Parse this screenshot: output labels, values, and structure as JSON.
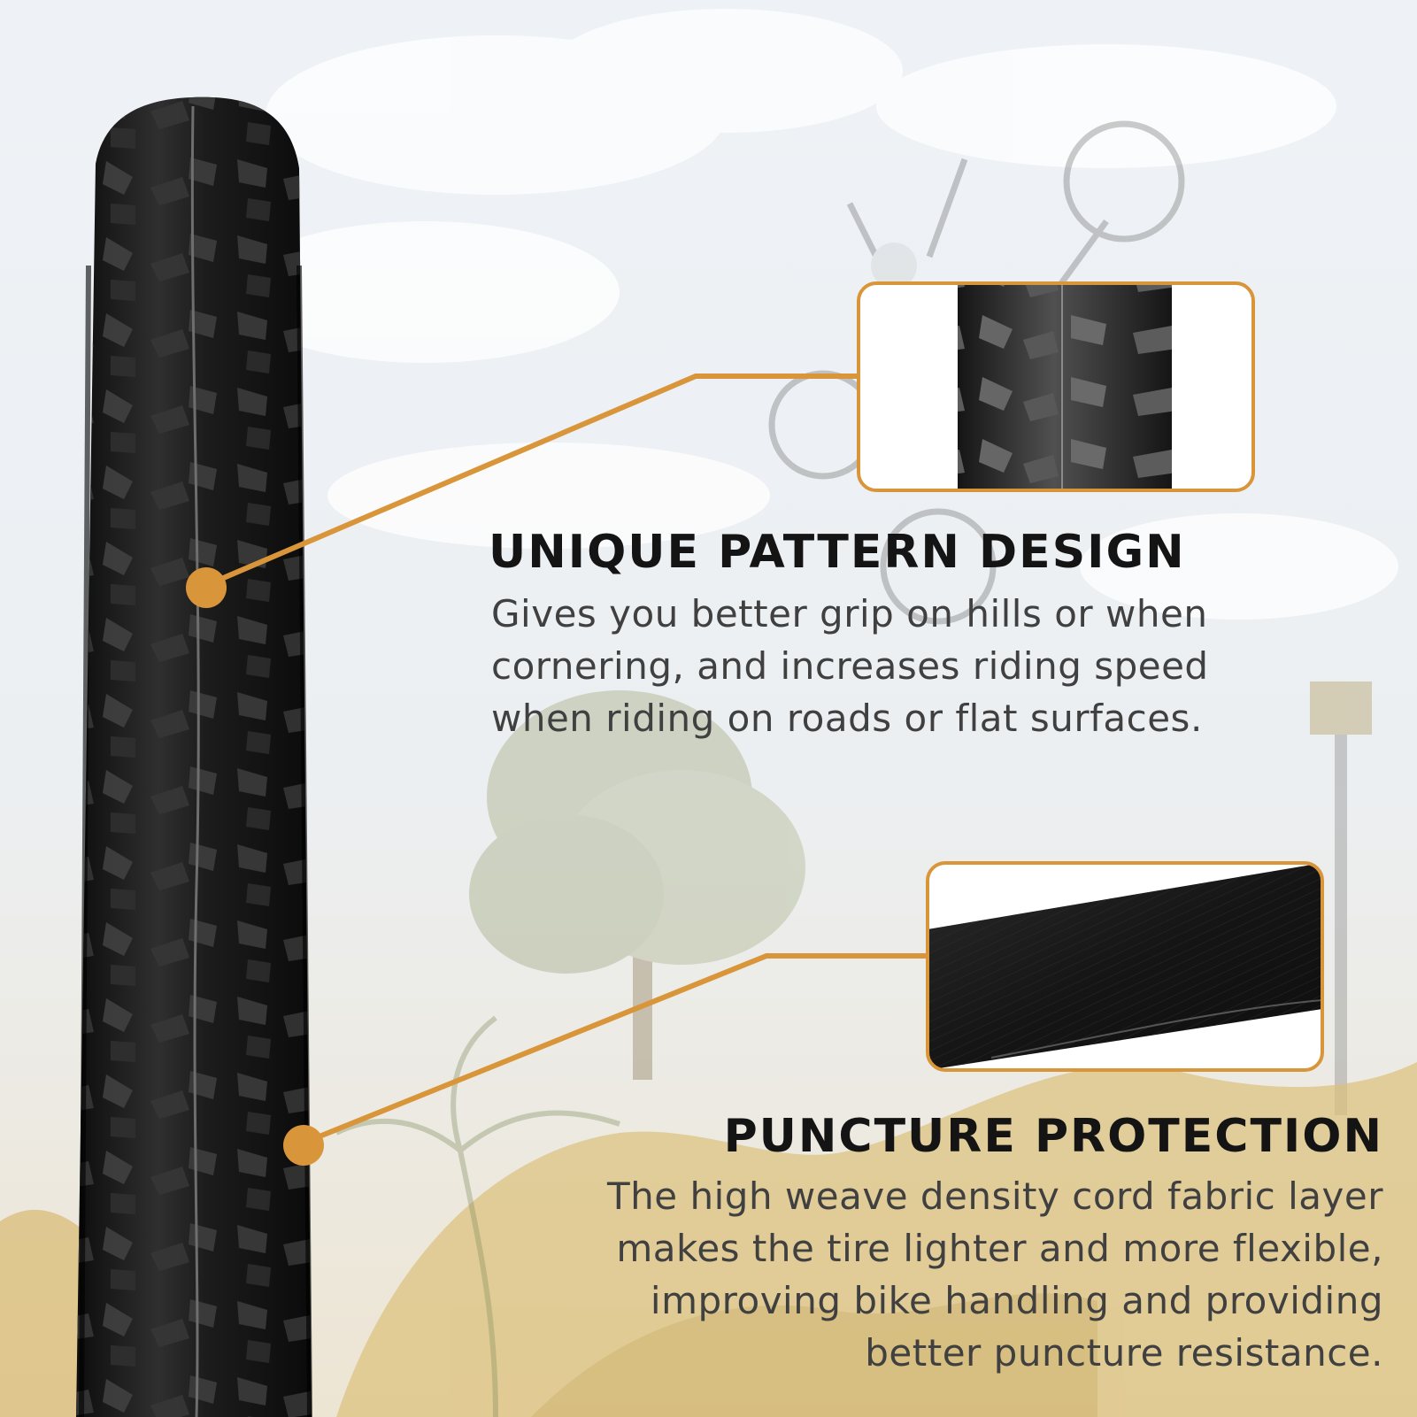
{
  "features": [
    {
      "title": "UNIQUE PATTERN DESIGN",
      "lines": [
        "Gives you better grip on hills or when",
        "cornering, and increases riding speed",
        "when riding on roads or flat surfaces."
      ]
    },
    {
      "title": "PUNCTURE PROTECTION",
      "lines": [
        "The high weave density cord fabric layer",
        "makes the tire lighter and more flexible,",
        "improving bike handling and providing",
        "better puncture resistance."
      ]
    }
  ],
  "colors": {
    "accent": "#D9953A",
    "tire": "#1c1c1c",
    "title": "#141414",
    "text": "#404040",
    "sky": "#e9eef3",
    "sand": "#d8b970"
  }
}
